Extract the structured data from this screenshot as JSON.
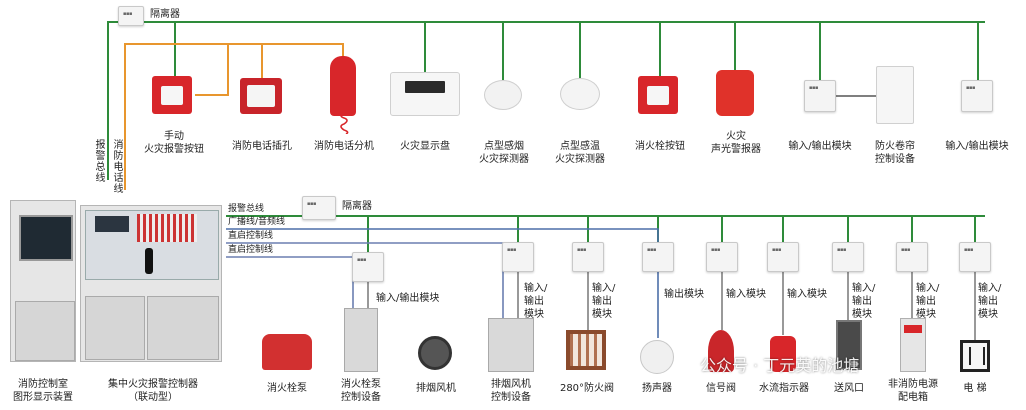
{
  "top_bus": {
    "isolator_label": "隔离器",
    "bus_vertical_label": "报警总线",
    "phone_vertical_label": "消防电话线"
  },
  "top_devices": [
    {
      "name": "manual-alarm-button",
      "label": "手动\n火灾报警按钮"
    },
    {
      "name": "phone-jack",
      "label": "消防电话插孔"
    },
    {
      "name": "phone-extension",
      "label": "消防电话分机"
    },
    {
      "name": "fire-display-panel",
      "label": "火灾显示盘"
    },
    {
      "name": "smoke-detector",
      "label": "点型感烟\n火灾探测器"
    },
    {
      "name": "heat-detector",
      "label": "点型感温\n火灾探测器"
    },
    {
      "name": "hydrant-button",
      "label": "消火栓按钮"
    },
    {
      "name": "sound-light-alarm",
      "label": "火灾\n声光警报器"
    },
    {
      "name": "io-module-1",
      "label": "输入/输出模块"
    },
    {
      "name": "shutter-control",
      "label": "防火卷帘\n控制设备"
    },
    {
      "name": "io-module-2",
      "label": "输入/输出模块"
    }
  ],
  "control_room": {
    "graphic_display_label": "消防控制室\n图形显示装置",
    "controller_label": "集中火灾报警控制器\n（联动型）"
  },
  "lines": {
    "alarm_bus": "报警总线",
    "broadcast": "广播线/音频线",
    "direct_control_1": "直启控制线",
    "direct_control_2": "直启控制线",
    "isolator_label": "隔离器"
  },
  "bottom_modules": {
    "pump_module": "输入/输出模块",
    "fan_module": "输入/\n输出\n模块",
    "damper_module": "输入/\n输出\n模块",
    "speaker_module": "输出模块",
    "signal_valve_module": "输入模块",
    "flow_indicator_module": "输入模块",
    "air_outlet_module": "输入/\n输出\n模块",
    "power_box_module": "输入/\n输出\n模块",
    "elevator_module": "输入/\n输出\n模块"
  },
  "bottom_devices": [
    {
      "name": "fire-pump",
      "label": "消火栓泵"
    },
    {
      "name": "pump-control",
      "label": "消火栓泵\n控制设备"
    },
    {
      "name": "smoke-exhaust-fan",
      "label": "排烟风机"
    },
    {
      "name": "fan-control",
      "label": "排烟风机\n控制设备"
    },
    {
      "name": "fire-damper",
      "label": "280°防火阀"
    },
    {
      "name": "speaker",
      "label": "扬声器"
    },
    {
      "name": "signal-valve",
      "label": "信号阀"
    },
    {
      "name": "flow-indicator",
      "label": "水流指示器"
    },
    {
      "name": "air-outlet",
      "label": "送风口"
    },
    {
      "name": "non-fire-power-box",
      "label": "非消防电源\n配电箱"
    },
    {
      "name": "elevator",
      "label": "电 梯"
    }
  ],
  "watermark": "公众号 · 丁元英的池塘",
  "colors": {
    "alarm_bus": "#2e8b3a",
    "phone_line": "#e8962e",
    "broadcast_line": "#4d6fa8",
    "direct_control_line": "#6b7fb0",
    "device_red": "#d8262a"
  }
}
